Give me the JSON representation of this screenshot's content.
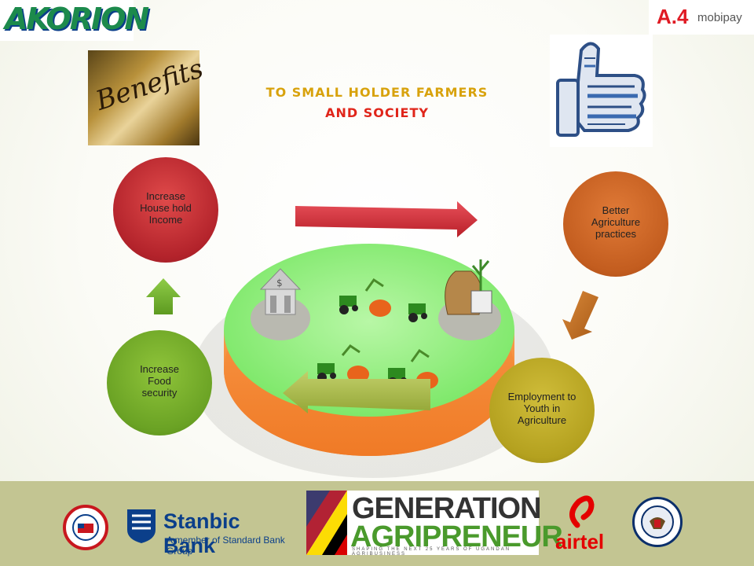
{
  "header": {
    "left_logo_text": "AKORION",
    "right_logo_mark": "A.4",
    "right_logo_text": "mobipay",
    "benefits_image_word": "Benefits",
    "title_line1": "TO SMALL HOLDER FARMERS",
    "title_line2": "AND SOCIETY"
  },
  "cycle": {
    "nodes": [
      {
        "label": "Increase House hold Income",
        "color": "#b3232b"
      },
      {
        "label": "Better Agriculture practices",
        "color": "#c35d1f"
      },
      {
        "label": "Employment to Youth in Agriculture",
        "color": "#b4a11f"
      },
      {
        "label": "Increase Food security",
        "color": "#6aa224"
      }
    ],
    "platform_colors": {
      "top": "#8ef07a",
      "side": "#f58a3a"
    },
    "arrow_colors": [
      "#d9303a",
      "#c4741f",
      "#a9b84a",
      "#6fae2c"
    ]
  },
  "sponsors": {
    "stanbic_name": "Stanbic Bank",
    "stanbic_sub": "A member of Standard Bank Group",
    "genagri_line1": "GENERATION",
    "genagri_line2": "AGRIPRENEUR",
    "genagri_tagline": "SHAPING THE NEXT 25 YEARS OF UGANDAN AGRIBUSINESS",
    "airtel": "airtel",
    "footer_color": "#c3c592"
  }
}
